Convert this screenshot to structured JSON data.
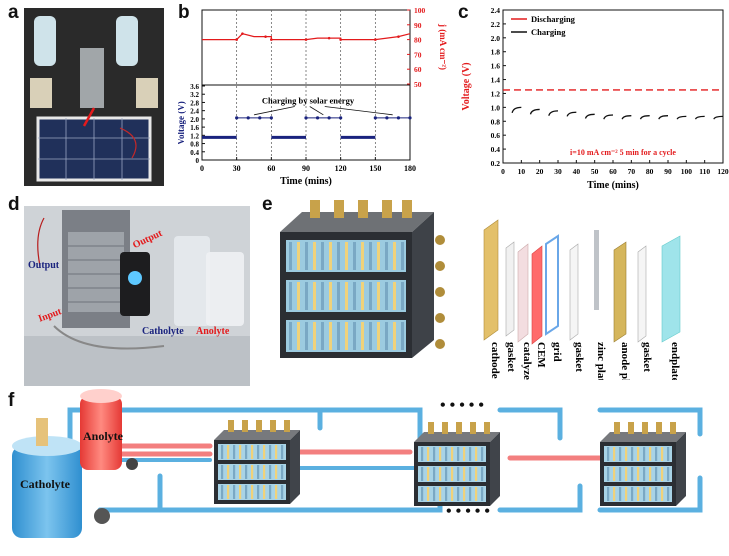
{
  "panels": {
    "a": "a",
    "b": "b",
    "c": "c",
    "d": "d",
    "e": "e",
    "f": "f"
  },
  "chart_b": {
    "chart_data": {
      "type": "line",
      "xlabel": "Time (mins)",
      "xticks": [
        "0",
        "30",
        "60",
        "90",
        "120",
        "150",
        "180"
      ],
      "xlim": [
        0,
        180
      ],
      "top": {
        "ylabel": "j (mA cm⁻²)",
        "ylim": [
          50,
          100
        ],
        "yticks": [
          "50",
          "60",
          "70",
          "80",
          "90",
          "100"
        ],
        "color": "#e31a1c",
        "x": [
          0,
          30,
          30,
          35,
          45,
          55,
          60,
          60,
          90,
          90,
          100,
          110,
          120,
          120,
          150,
          150,
          160,
          170,
          180
        ],
        "y": [
          80,
          80,
          80,
          84,
          82,
          82,
          82,
          80,
          80,
          80,
          81,
          81,
          81,
          80,
          80,
          80,
          81,
          82,
          84
        ]
      },
      "bottom": {
        "ylabel": "Voltage (V)",
        "ylim": [
          0,
          3.6
        ],
        "yticks": [
          "0",
          "0.4",
          "0.8",
          "1.2",
          "1.6",
          "2.0",
          "2.4",
          "2.8",
          "3.2",
          "3.6"
        ],
        "color": "#1a237e",
        "discharge_segments": [
          [
            0,
            30
          ],
          [
            60,
            90
          ],
          [
            120,
            150
          ]
        ],
        "discharge_v": 1.1,
        "charge_segments": [
          [
            30,
            60
          ],
          [
            90,
            120
          ],
          [
            150,
            180
          ]
        ],
        "charge_v": 2.05,
        "annotation": "Charging by solar energy"
      },
      "vlines": [
        30,
        60,
        90,
        120,
        150
      ]
    }
  },
  "chart_c": {
    "chart_data": {
      "type": "line",
      "xlabel": "Time (mins)",
      "ylabel": "Voltage (V)",
      "xticks": [
        "0",
        "10",
        "20",
        "30",
        "40",
        "50",
        "60",
        "70",
        "80",
        "90",
        "100",
        "110",
        "120"
      ],
      "yticks": [
        "0.2",
        "0.4",
        "0.6",
        "0.8",
        "1.0",
        "1.2",
        "1.4",
        "1.6",
        "1.8",
        "2.0",
        "2.2",
        "2.4"
      ],
      "xlim": [
        0,
        120
      ],
      "ylim": [
        0.2,
        2.4
      ],
      "series": [
        {
          "name": "Discharging",
          "color": "#e31a1c",
          "dash": true,
          "v": 1.25
        },
        {
          "name": "Charging",
          "color": "#111111",
          "cycle_start_v": [
            0.92,
            0.9,
            0.88,
            0.87,
            0.84,
            0.83,
            0.83,
            0.83,
            0.83,
            0.83,
            0.83,
            0.83
          ],
          "cycle_end_v": [
            1.0,
            0.97,
            0.95,
            0.93,
            0.9,
            0.89,
            0.88,
            0.88,
            0.88,
            0.87,
            0.87,
            0.87
          ]
        }
      ],
      "annotation": "i=10 mA cm⁻²   5 min for a cycle"
    }
  },
  "photo_d": {
    "output_left": "Output",
    "output_right": "Output",
    "input": "Input",
    "catholyte": "Catholyte",
    "anolyte": "Anolyte"
  },
  "exploded_e": {
    "labels": [
      "cathode plate",
      "gasket",
      "catalyzer",
      "CEM",
      "grid",
      "gasket",
      "zinc plate",
      "anode plate",
      "gasket",
      "endplate"
    ]
  },
  "scheme_f": {
    "anolyte": "Anolyte",
    "catholyte": "Catholyte",
    "ellipsis_top": "• • • • •",
    "ellipsis_bottom": "• • • • •"
  },
  "colors": {
    "red_line": "#e31a1c",
    "blue_line": "#1a237e",
    "pipe_blue": "#4aa3d8",
    "pipe_red": "#f07a7a"
  }
}
